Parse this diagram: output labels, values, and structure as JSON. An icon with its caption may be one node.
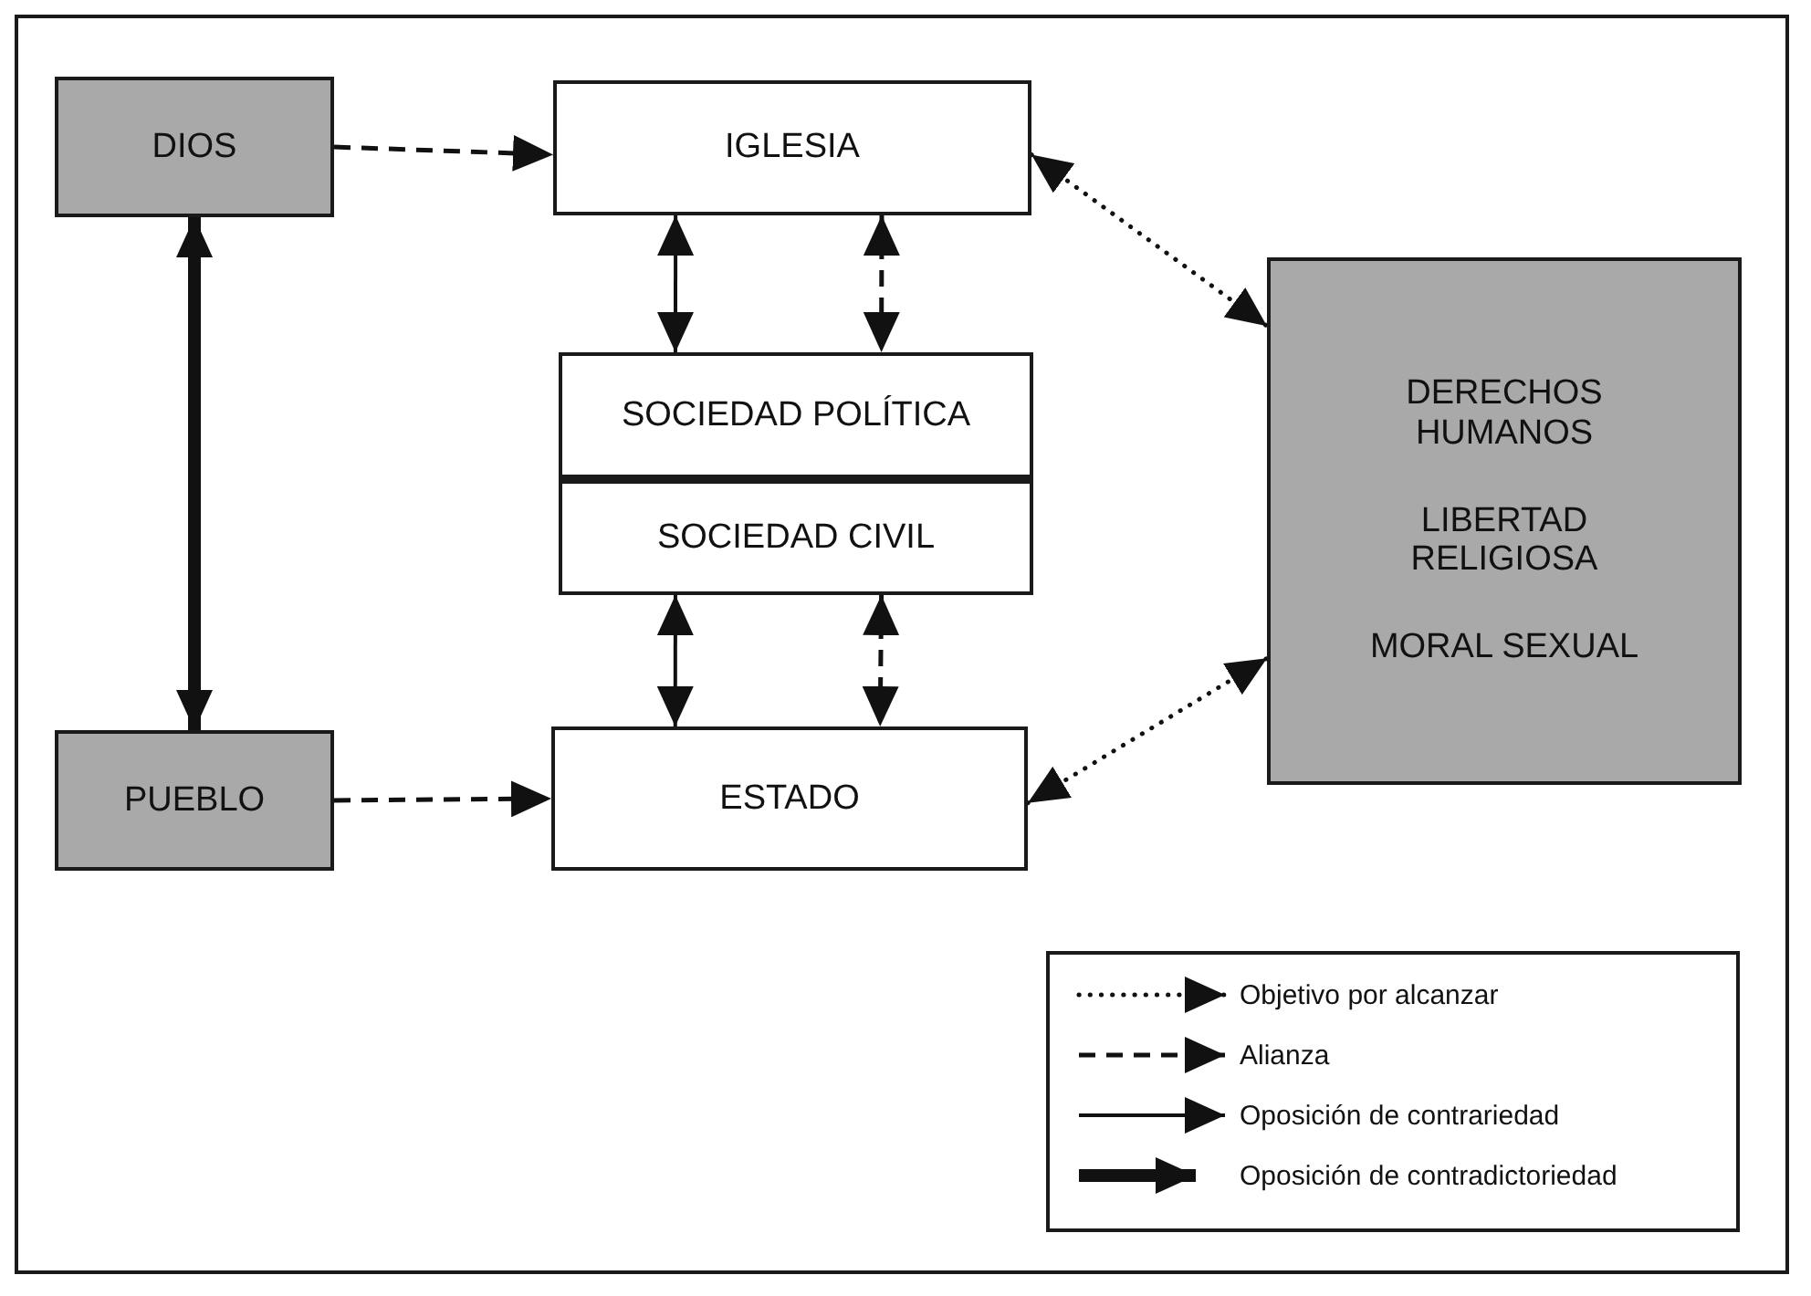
{
  "diagram": {
    "nodes": [
      {
        "text": [
          "DIOS"
        ]
      },
      {
        "text": [
          "IGLESIA"
        ]
      },
      {
        "text": [
          "SOCIEDAD POLÍTICA"
        ]
      },
      {
        "text": [
          "SOCIEDAD CIVIL"
        ]
      },
      {
        "text": [
          "DERECHOS HUMANOS",
          "LIBERTAD RELIGIOSA",
          "MORAL SEXUAL"
        ]
      },
      {
        "text": [
          "PUEBLO"
        ]
      },
      {
        "text": [
          "ESTADO"
        ]
      }
    ],
    "edges": [
      {
        "from": 0,
        "to": 1,
        "arrow": "to",
        "style": "dashed"
      },
      {
        "from": 0,
        "to": 5,
        "arrow": "both",
        "style": "thick"
      },
      {
        "from": 1,
        "to": 2,
        "arrow": "both"
      },
      {
        "from": 1,
        "to": 2,
        "arrow": "both",
        "style": "dashed"
      },
      {
        "from": 1,
        "to": 4,
        "arrow": "both",
        "style": "dashed"
      },
      {
        "from": 3,
        "to": 6,
        "arrow": "both"
      },
      {
        "from": 3,
        "to": 6,
        "arrow": "both",
        "style": "dashed"
      },
      {
        "from": 6,
        "to": 4,
        "arrow": "both",
        "style": "dashed"
      },
      {
        "from": 5,
        "to": 6,
        "arrow": "to",
        "style": "dashed"
      }
    ],
    "legend": [
      {
        "text": "Objetivo por alcanzar"
      },
      {
        "text": "Alianza"
      },
      {
        "text": "Oposición de contrariedad"
      },
      {
        "text": "Oposición de contradictoriedad"
      }
    ]
  }
}
